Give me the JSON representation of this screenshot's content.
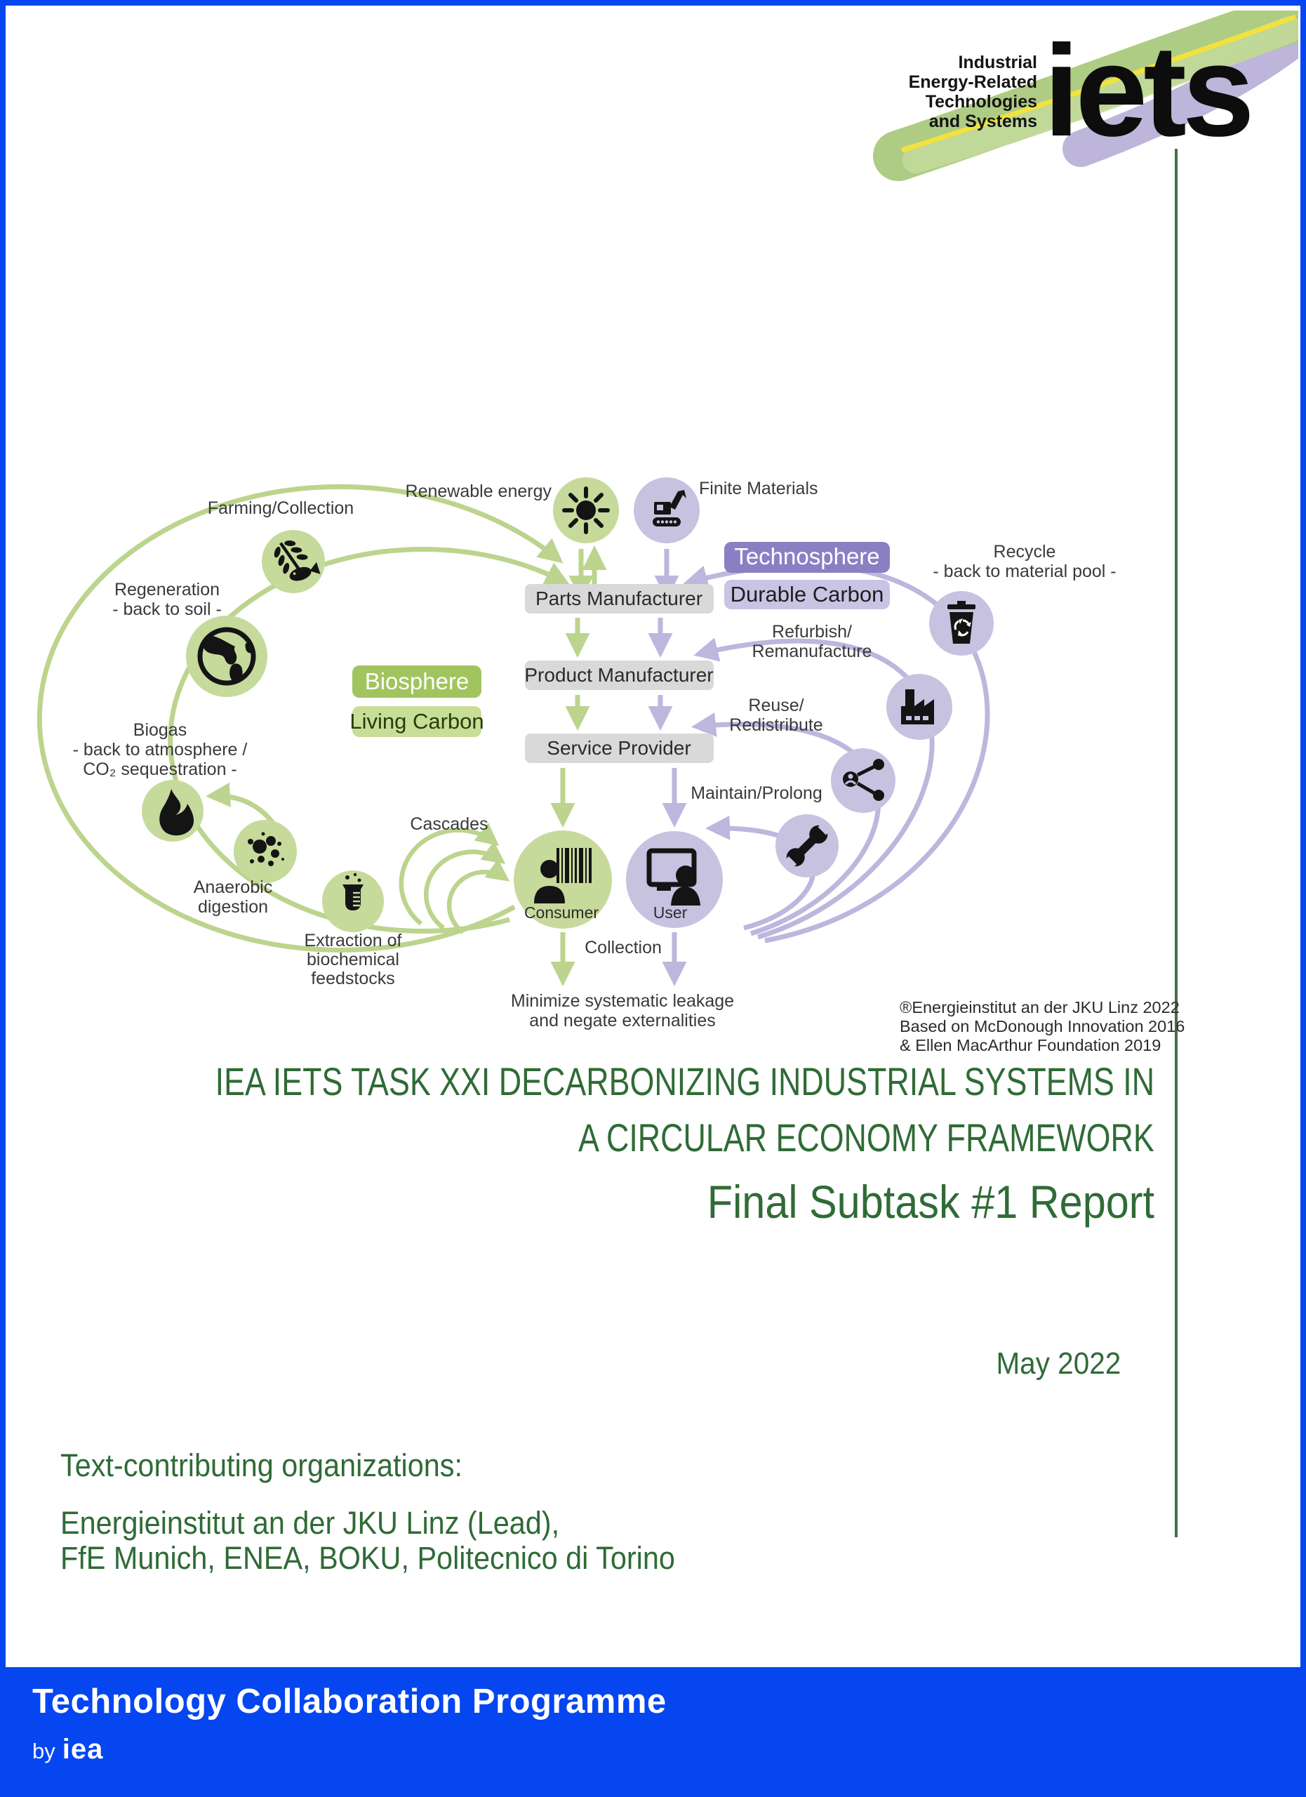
{
  "logo": {
    "tagline": [
      "Industrial",
      "Energy-Related",
      "Technologies",
      "and Systems"
    ],
    "wordmark": "iets"
  },
  "diagram": {
    "top": {
      "renewable": "Renewable energy",
      "finite": "Finite Materials"
    },
    "spheres": {
      "technosphere": "Technosphere",
      "durable": "Durable Carbon",
      "biosphere": "Biosphere",
      "living": "Living Carbon"
    },
    "chain": {
      "parts": "Parts Manufacturer",
      "product": "Product Manufacturer",
      "service": "Service Provider"
    },
    "bio_loop": {
      "farming": "Farming/Collection",
      "regeneration": [
        "Regeneration",
        "- back to soil -"
      ],
      "biogas": [
        "Biogas",
        "- back to atmosphere /",
        "CO₂ sequestration -"
      ],
      "anaerobic": [
        "Anaerobic",
        "digestion"
      ],
      "extraction": [
        "Extraction of",
        "biochemical",
        "feedstocks"
      ],
      "cascades": "Cascades"
    },
    "tech_loop": {
      "recycle": [
        "Recycle",
        "- back to material pool -"
      ],
      "refurbish": [
        "Refurbish/",
        "Remanufacture"
      ],
      "reuse": [
        "Reuse/",
        "Redistribute"
      ],
      "maintain": "Maintain/Prolong"
    },
    "bottom": {
      "consumer": "Consumer",
      "user": "User",
      "collection": "Collection",
      "minimize": [
        "Minimize systematic leakage",
        "and negate externalities"
      ]
    },
    "credits": [
      "®Energieinstitut an der JKU Linz 2022",
      "Based on McDonough Innovation 2016",
      "& Ellen MacArthur Foundation 2019"
    ]
  },
  "title": {
    "line1": "IEA IETS TASK XXI DECARBONIZING INDUSTRIAL SYSTEMS IN",
    "line2": "A CIRCULAR ECONOMY FRAMEWORK",
    "subtitle": "Final Subtask #1 Report",
    "date": "May 2022"
  },
  "contributors": {
    "heading": "Text-contributing organizations:",
    "lines": [
      "Energieinstitut an der JKU Linz (Lead),",
      "FfE Munich, ENEA, BOKU, Politecnico di Torino"
    ]
  },
  "footer": {
    "programme": "Technology Collaboration Programme",
    "by": "by",
    "brand": "iea"
  },
  "colors": {
    "accent_blue": "#0546f0",
    "title_green": "#2f6b36",
    "rule_green": "#456f43",
    "bio_fill": "#c6da9b",
    "bio_stroke": "#bcd48d",
    "biosphere_box": "#a2c45e",
    "living_box": "#c8dd96",
    "tech_fill": "#c6c2e0",
    "tech_stroke": "#bdb6dd",
    "technosphere_box": "#8b7fc3",
    "durable_box": "#c9c4e4",
    "box_gray": "#d9d9d9"
  }
}
